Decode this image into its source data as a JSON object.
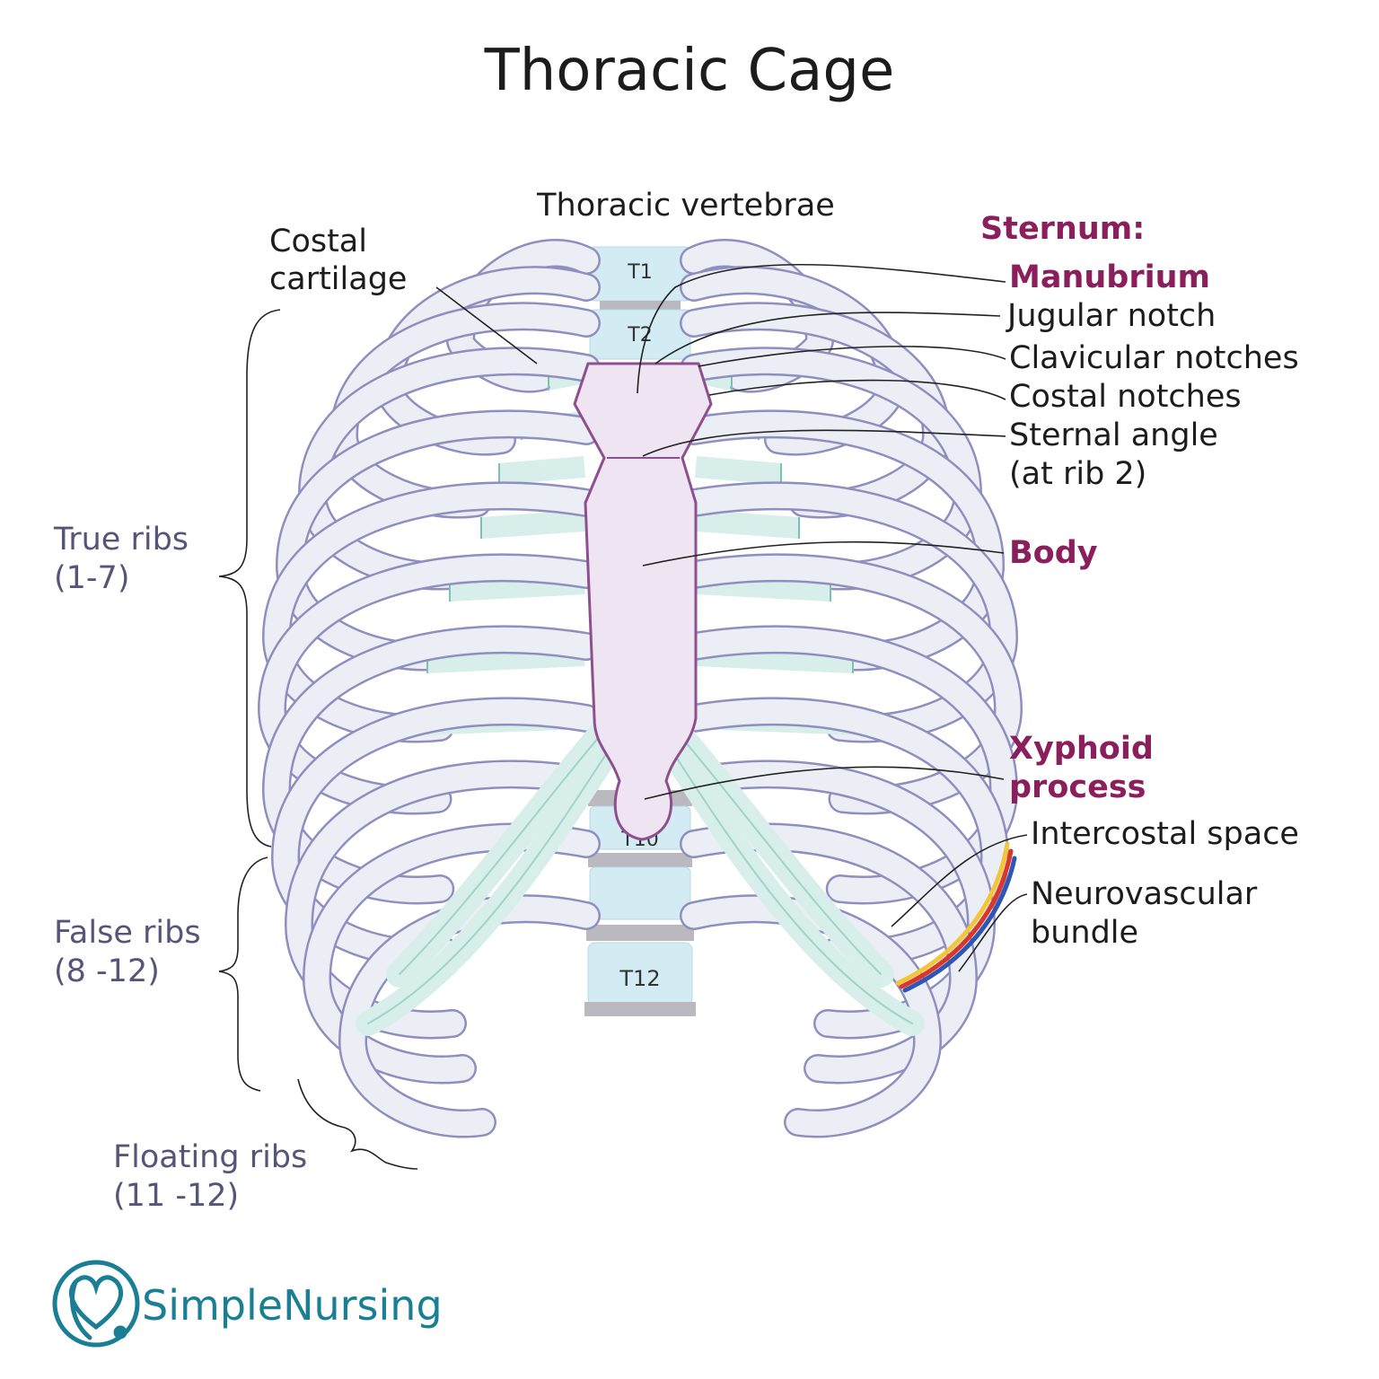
{
  "title": "Thoracic Cage",
  "colors": {
    "text": "#1c1c1c",
    "sternum_heading": "#8a1f5c",
    "rib_group": "#55557a",
    "rib_fill": "#eceef6",
    "rib_stroke": "#8f8fbf",
    "cartilage_fill": "#d7eeea",
    "cartilage_stroke": "#7cc2b4",
    "sternum_fill": "#efe4f1",
    "sternum_stroke": "#8e4f8e",
    "vertebra_fill": "#d3ebf3",
    "disc_fill": "#b9b9bf",
    "brand": "#1a7f94"
  },
  "labels": {
    "thoracic_vertebrae": "Thoracic vertebrae",
    "costal_cartilage_1": "Costal",
    "costal_cartilage_2": "cartilage",
    "sternum_heading": "Sternum:",
    "manubrium": "Manubrium",
    "jugular_notch": "Jugular notch",
    "clavicular_notches": "Clavicular notches",
    "costal_notches": "Costal notches",
    "sternal_angle_1": "Sternal angle",
    "sternal_angle_2": "(at rib 2)",
    "body": "Body",
    "xyphoid_1": "Xyphoid",
    "xyphoid_2": "process",
    "intercostal_space": "Intercostal space",
    "neurovascular_1": "Neurovascular",
    "neurovascular_2": "bundle"
  },
  "rib_groups": {
    "true_ribs_1": "True ribs",
    "true_ribs_2": "(1-7)",
    "false_ribs_1": "False ribs",
    "false_ribs_2": "(8 -12)",
    "floating_ribs_1": "Floating ribs",
    "floating_ribs_2": "(11 -12)"
  },
  "vertebrae": {
    "t1": "T1",
    "t2": "T2",
    "t10": "T10",
    "t12": "T12"
  },
  "logo": {
    "text": "SimpleNursing",
    "icon": "stethoscope-heart-icon"
  }
}
